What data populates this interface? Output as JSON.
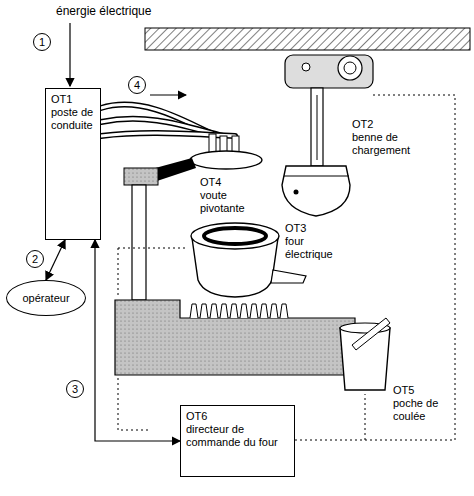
{
  "diagram": {
    "nodes": [
      {
        "text": [
          "OT1",
          "poste de conduite"
        ]
      },
      {
        "text": [
          "opérateur"
        ]
      },
      {
        "text": [
          "OT6",
          "directeur de commande du four"
        ]
      }
    ],
    "edges": [
      {
        "from": 1,
        "to": 0,
        "arrow": "both"
      },
      {
        "from": 0,
        "to": 2,
        "arrow": "both"
      }
    ],
    "labels": [
      "énergie électrique",
      "1",
      "2",
      "3",
      "4",
      "OT2",
      "benne de chargement",
      "OT4",
      "voute pivotante",
      "OT3",
      "four électrique",
      "OT5",
      "poche de coulée"
    ]
  }
}
